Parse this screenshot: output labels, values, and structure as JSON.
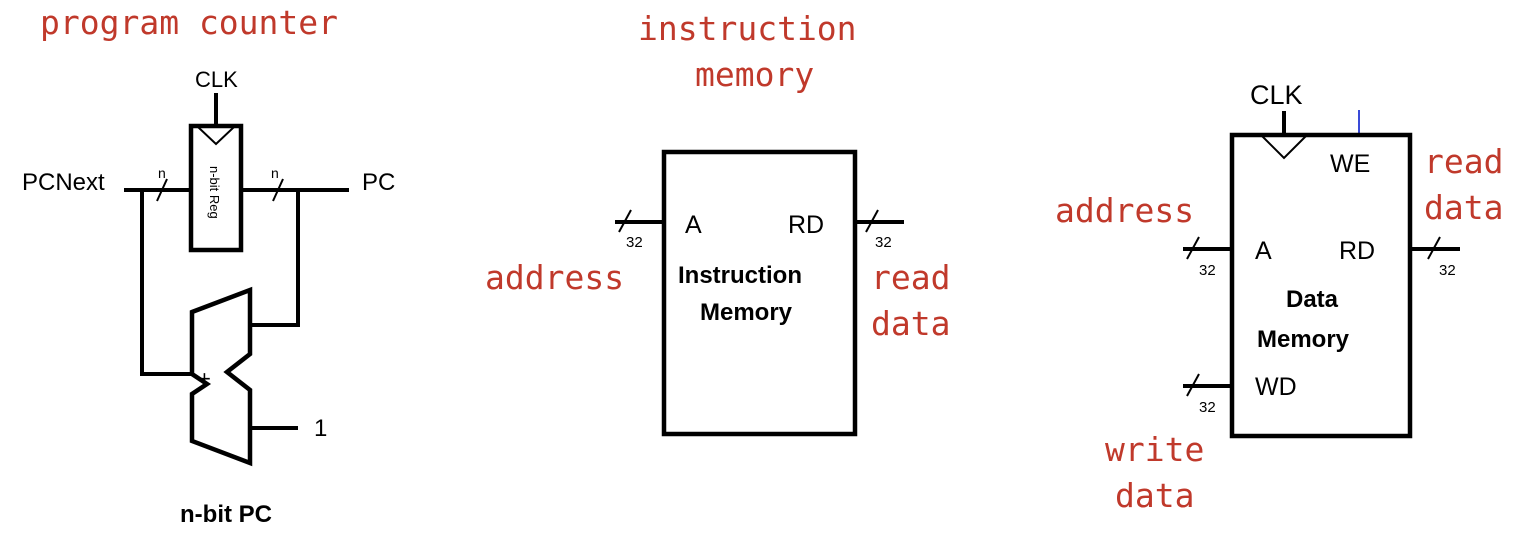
{
  "program_counter": {
    "title": "program counter",
    "clk": "CLK",
    "pcnext": "PCNext",
    "pc": "PC",
    "bus_in": "n",
    "bus_out": "n",
    "reg_label": "n-bit Reg",
    "adder_sign": "+",
    "const_one": "1",
    "caption": "n-bit PC"
  },
  "instruction_memory": {
    "title_line1": "instruction",
    "title_line2": "memory",
    "port_a": "A",
    "port_rd": "RD",
    "name_line1": "Instruction",
    "name_line2": "Memory",
    "bus_a": "32",
    "bus_rd": "32",
    "address_label": "address",
    "read_data_line1": "read",
    "read_data_line2": "data"
  },
  "data_memory": {
    "clk": "CLK",
    "we": "WE",
    "port_a": "A",
    "port_rd": "RD",
    "port_wd": "WD",
    "name_line1": "Data",
    "name_line2": "Memory",
    "bus_a": "32",
    "bus_rd": "32",
    "bus_wd": "32",
    "address_label": "address",
    "read_data_line1": "read",
    "read_data_line2": "data",
    "write_data_line1": "write",
    "write_data_line2": "data"
  }
}
